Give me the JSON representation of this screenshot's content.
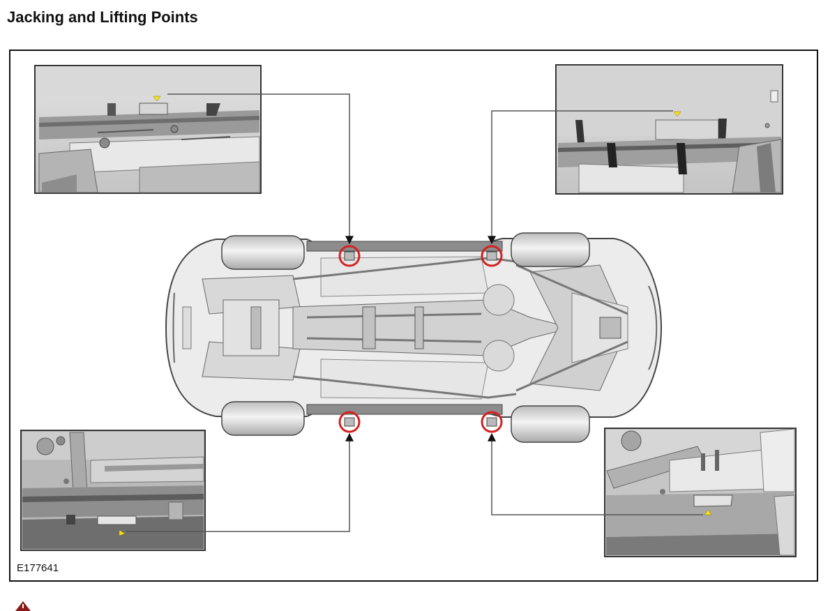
{
  "page": {
    "title": "Jacking and Lifting Points",
    "figure_id": "E177641"
  },
  "diagram": {
    "subject": "vehicle underbody, viewed from below",
    "lifting_points": [
      {
        "id": "front-left",
        "marker": "red-circle",
        "callout": "top-left-detail"
      },
      {
        "id": "rear-left",
        "marker": "red-circle",
        "callout": "top-right-detail"
      },
      {
        "id": "front-right",
        "marker": "red-circle",
        "callout": "bottom-left-detail"
      },
      {
        "id": "rear-right",
        "marker": "red-circle",
        "callout": "bottom-right-detail"
      }
    ],
    "detail_views": 4
  },
  "colors": {
    "marker_ring": "#d42020",
    "pointer_arrow": "#f2e01a",
    "leader_line": "#555555",
    "detail_background": "#cfcfcf",
    "warning_icon": "#8b1a1a"
  },
  "icons": {
    "warning": "warning-triangle-icon"
  }
}
